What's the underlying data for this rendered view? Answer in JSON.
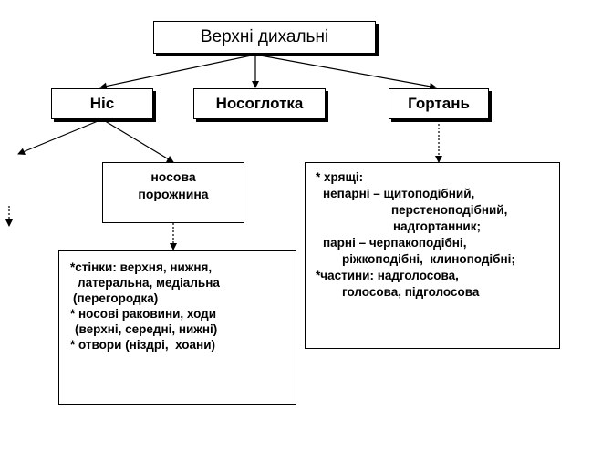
{
  "root": {
    "label": "Верхні дихальні"
  },
  "level1": [
    {
      "key": "nose",
      "label": "Ніс"
    },
    {
      "key": "nasopharynx",
      "label": "Носоглотка"
    },
    {
      "key": "larynx",
      "label": "Гортань"
    }
  ],
  "nasal_cavity": {
    "line1": "носова",
    "line2": "порожнина"
  },
  "nose_details": [
    "*стінки: верхня, нижня,",
    "латеральна, медіальна",
    "(перегородка)",
    "* носові раковини, ходи",
    "(верхні, середні, нижні)",
    "* отвори (ніздрі,  хоани)"
  ],
  "larynx_details": [
    "* хрящі:",
    "непарні – щитоподібний,",
    "перстеноподібний,",
    "надгортанник;",
    "парні – черпакоподібні,",
    "ріжкоподібні,  клиноподібні;",
    "*частини: надголосова,",
    "голосова, підголосова"
  ]
}
